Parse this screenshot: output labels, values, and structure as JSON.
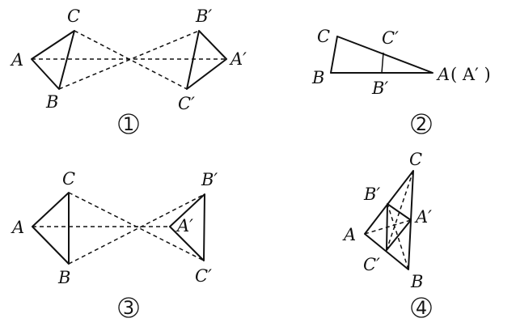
{
  "figures": [
    {
      "id": "1",
      "number": "1",
      "labels": {
        "A": "A",
        "B": "B",
        "C": "C",
        "A_prime": "A′",
        "B_prime": "B′",
        "C_prime": "C′"
      }
    },
    {
      "id": "2",
      "number": "2",
      "labels": {
        "A": "A",
        "A_prime_paren": "( A′ )",
        "B": "B",
        "C": "C",
        "B_prime": "B′",
        "C_prime": "C′"
      }
    },
    {
      "id": "3",
      "number": "3",
      "labels": {
        "A": "A",
        "B": "B",
        "C": "C",
        "A_prime": "A′",
        "B_prime": "B′",
        "C_prime": "C′"
      }
    },
    {
      "id": "4",
      "number": "4",
      "labels": {
        "A": "A",
        "B": "B",
        "C": "C",
        "A_prime": "A′",
        "B_prime": "B′",
        "C_prime": "C′"
      }
    }
  ]
}
